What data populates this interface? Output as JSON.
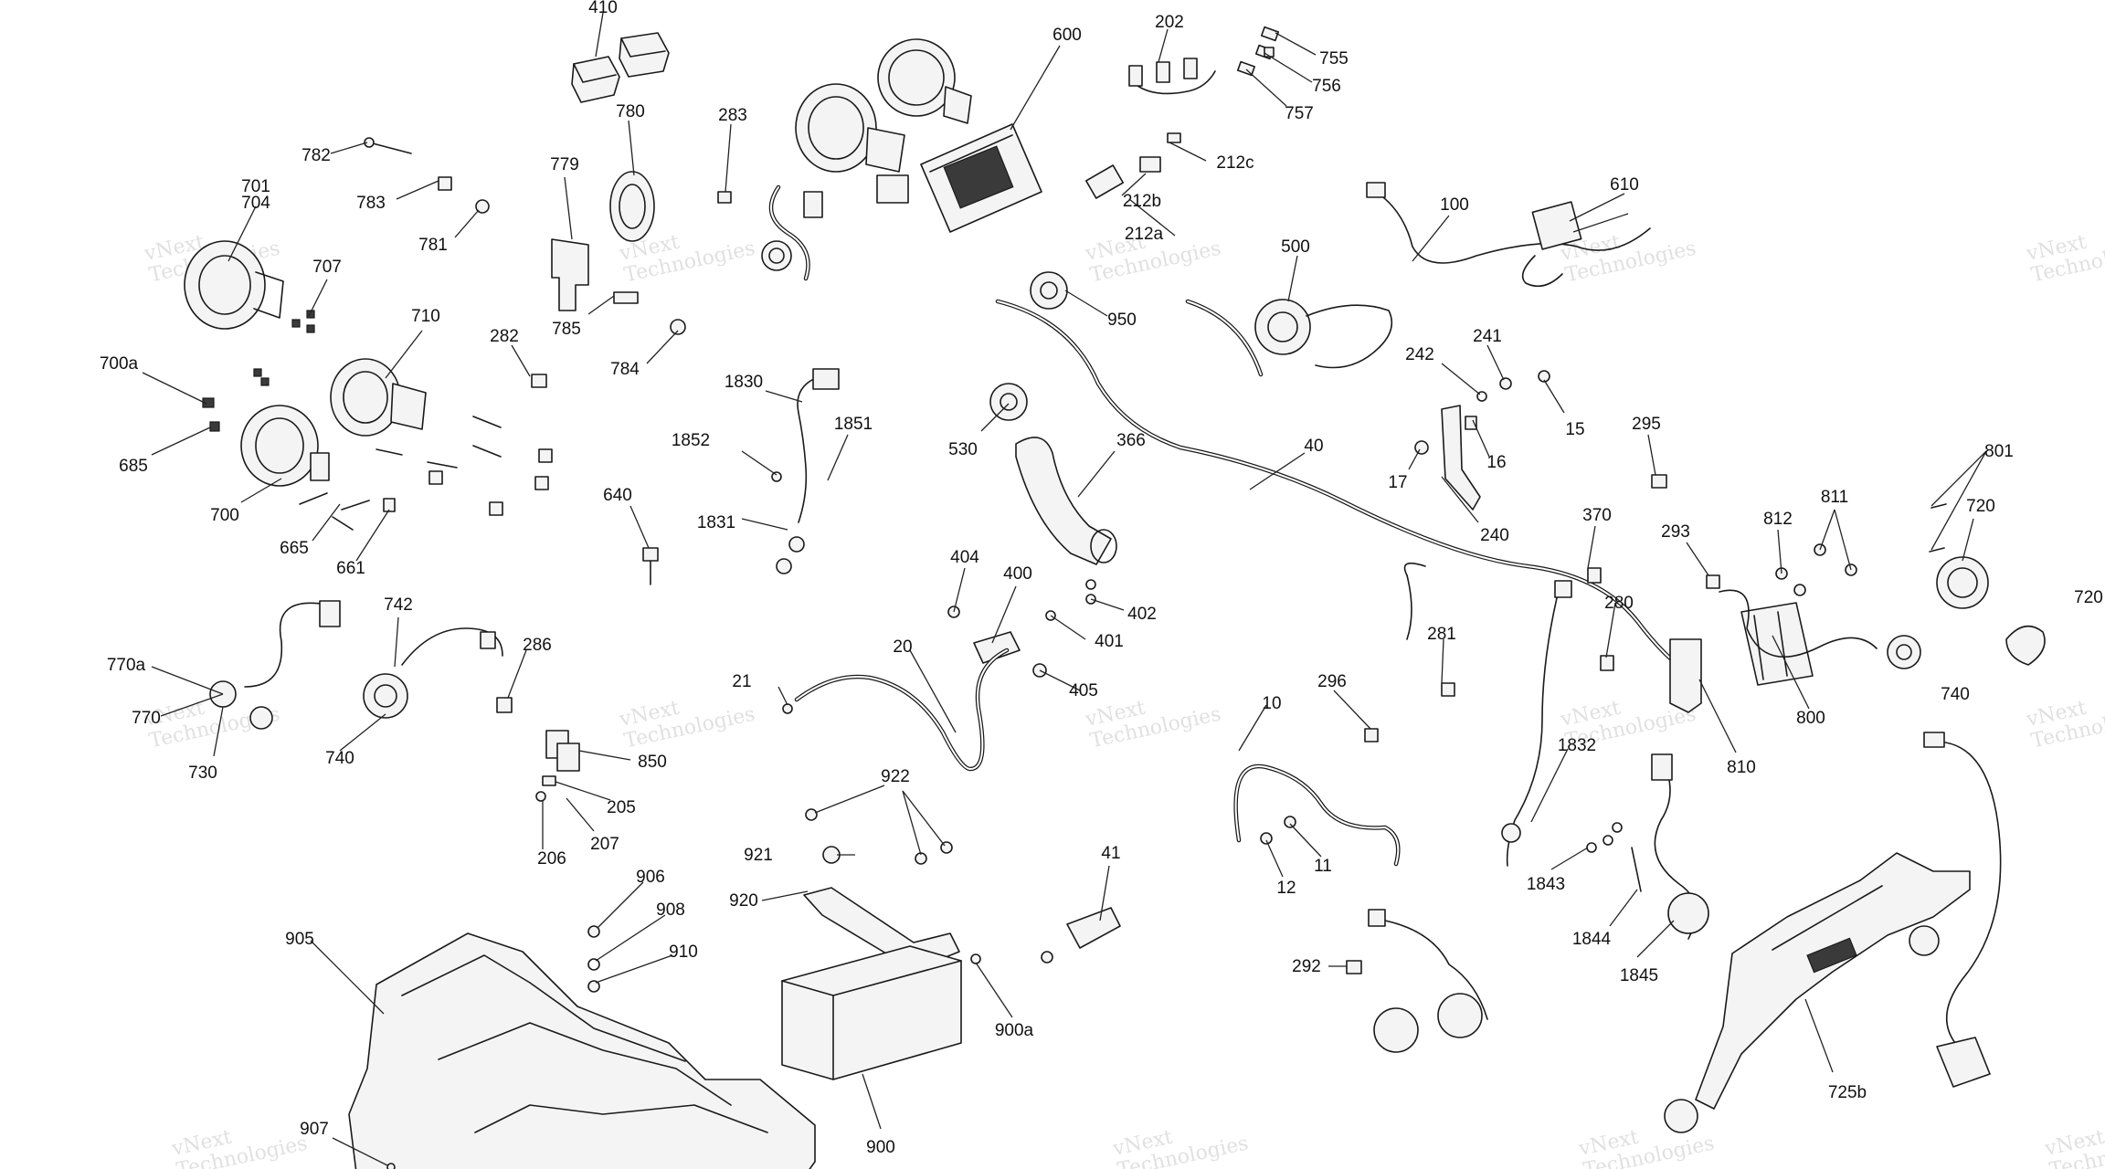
{
  "watermark": [
    "vNext",
    "Technologies"
  ],
  "callouts": [
    "410",
    "600",
    "202",
    "755",
    "756",
    "757",
    "780",
    "283",
    "782",
    "783",
    "781",
    "701",
    "704",
    "779",
    "212c",
    "212b",
    "212a",
    "100",
    "610",
    "707",
    "710",
    "785",
    "784",
    "950",
    "500",
    "700a",
    "282",
    "242",
    "241",
    "15",
    "1830",
    "685",
    "1852",
    "1851",
    "16",
    "17",
    "530",
    "366",
    "40",
    "700",
    "1831",
    "665",
    "661",
    "640",
    "295",
    "801",
    "812",
    "811",
    "720",
    "370",
    "293",
    "404",
    "400",
    "402",
    "401",
    "240",
    "742",
    "770a",
    "770",
    "730",
    "286",
    "740",
    "21",
    "20",
    "405",
    "281",
    "280",
    "810",
    "800",
    "10",
    "296",
    "1832",
    "850",
    "205",
    "207",
    "206",
    "922",
    "921",
    "906",
    "908",
    "910",
    "920",
    "41",
    "11",
    "12",
    "1843",
    "1844",
    "1845",
    "292",
    "725b",
    "905",
    "900a",
    "900",
    "907"
  ],
  "colors": {
    "line": "#1a1a1a",
    "watermark": "#c8c8c8",
    "background": "#ffffff"
  }
}
